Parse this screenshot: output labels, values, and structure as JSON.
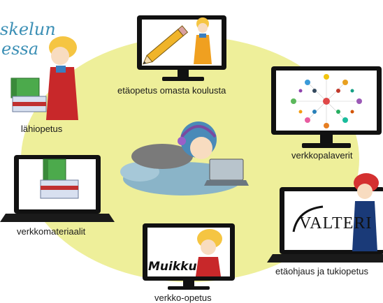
{
  "title": {
    "line1": "skelun",
    "line2": "essa"
  },
  "items": [
    {
      "id": "etaopetus-omasta-koulusta",
      "label": "etäopetus omasta koulusta"
    },
    {
      "id": "verkkopalaverit",
      "label": "verkkopalaverit"
    },
    {
      "id": "lahiopetus",
      "label": "lähiopetus"
    },
    {
      "id": "verkkomateriaalit",
      "label": "verkkomateriaalit"
    },
    {
      "id": "verkko-opetus",
      "label": "verkko-opetus"
    },
    {
      "id": "etaohjaus-ja-tukiopetus",
      "label": "etäohjaus ja tukiopetus"
    }
  ],
  "logos": {
    "muikku": "Muikku",
    "valteri": "VALTERI"
  },
  "colors": {
    "ellipse": "#eeef9a",
    "title": "#3b8fb5",
    "screen_frame": "#111111"
  },
  "icons": [
    "pencil-icon",
    "network-icon",
    "books-icon",
    "laptop-icon",
    "monitor-icon",
    "student-illustration",
    "teacher-illustration"
  ]
}
